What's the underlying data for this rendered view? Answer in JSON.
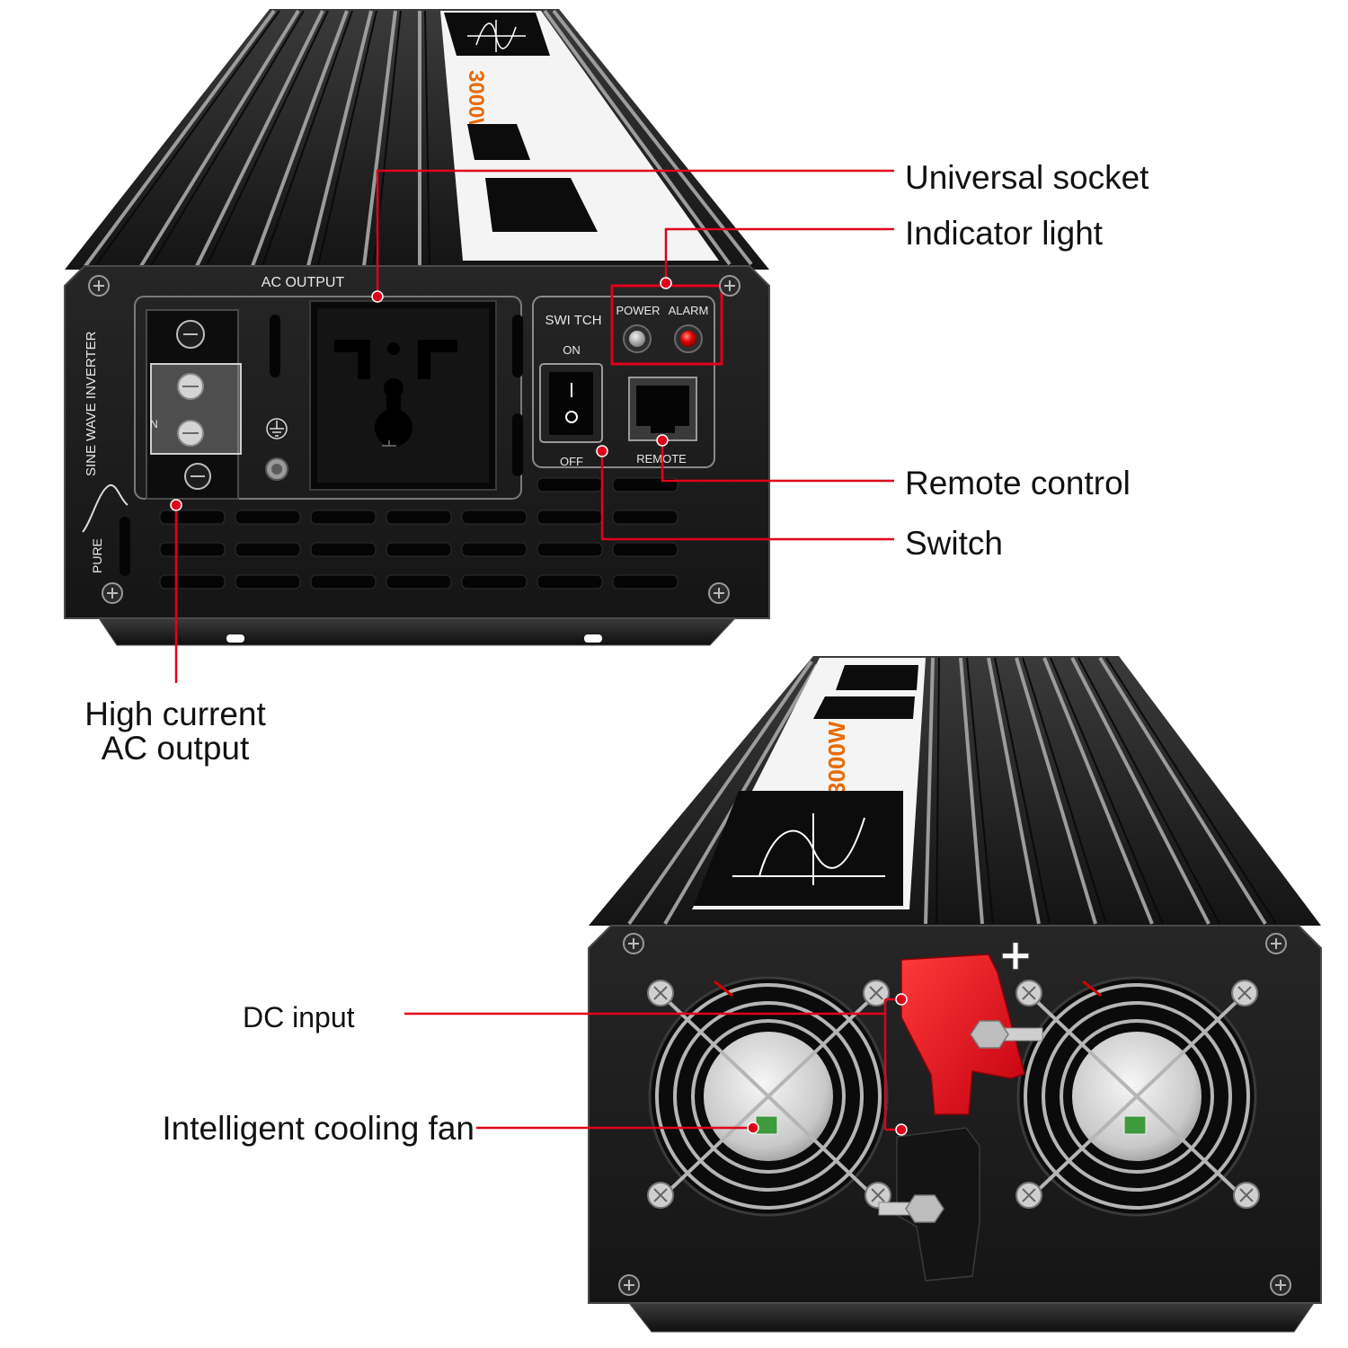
{
  "callouts": {
    "universal_socket": "Universal socket",
    "indicator_light": "Indicator light",
    "remote_control": "Remote control",
    "switch": "Switch",
    "high_current_ac_output": {
      "line1": "High current",
      "line2": "AC output"
    },
    "dc_input": "DC input",
    "intelligent_cooling_fan": "Intelligent cooling fan"
  },
  "ac_panel": {
    "ac_output_label": "AC OUTPUT",
    "switch_label": "SWI TCH",
    "switch_on": "ON",
    "switch_off": "OFF",
    "power_label": "POWER",
    "alarm_label": "ALARM",
    "remote_label": "REMOTE",
    "side_text": "SINE WAVE INVERTER",
    "side_text_pure": "PURE",
    "terminal_label": "N"
  },
  "top_label": {
    "power_rating": "3000W"
  },
  "dc_panel": {
    "positive_sign": "+",
    "power_rating": "3000W"
  },
  "icons": {
    "socket": "universal-socket-icon",
    "ground": "ground-icon",
    "switch": "rocker-switch-icon",
    "remote_port": "rj45-port-icon",
    "fan": "cooling-fan-icon",
    "screw": "screw-icon"
  },
  "colors": {
    "callout": "#e0001b",
    "body": "#1b1b1b",
    "label": "#f4f4f4",
    "positive_terminal": "#e8101d",
    "alarm_led": "#e00000",
    "rating_text": "#e86a00"
  }
}
